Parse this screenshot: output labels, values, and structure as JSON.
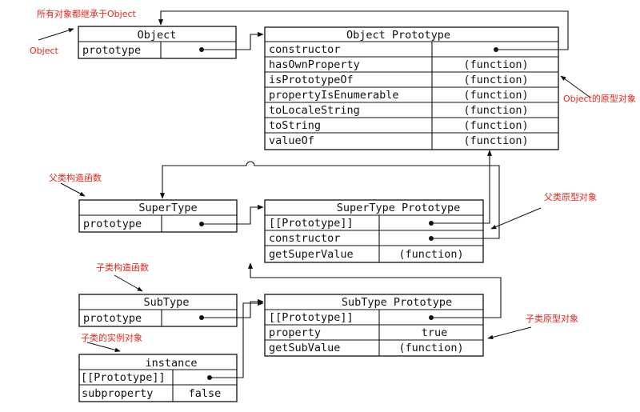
{
  "annotations": {
    "all_inherit": "所有对象都继承于Object",
    "object": "Object",
    "object_proto": "Object的原型对象",
    "super_ctor": "父类构造函数",
    "super_proto": "父类原型对象",
    "sub_ctor": "子类构造函数",
    "sub_proto": "子类原型对象",
    "instance": "子类的实例对象"
  },
  "object_box": {
    "title": "Object",
    "rows": [
      {
        "key": "prototype",
        "value": ""
      }
    ]
  },
  "object_prototype": {
    "title": "Object Prototype",
    "rows": [
      {
        "key": "constructor",
        "value": ""
      },
      {
        "key": "hasOwnProperty",
        "value": "(function)"
      },
      {
        "key": "isPrototypeOf",
        "value": "(function)"
      },
      {
        "key": "propertyIsEnumerable",
        "value": "(function)"
      },
      {
        "key": "toLocaleString",
        "value": "(function)"
      },
      {
        "key": "toString",
        "value": "(function)"
      },
      {
        "key": "valueOf",
        "value": "(function)"
      }
    ]
  },
  "supertype_box": {
    "title": "SuperType",
    "rows": [
      {
        "key": "prototype",
        "value": ""
      }
    ]
  },
  "supertype_prototype": {
    "title": "SuperType Prototype",
    "rows": [
      {
        "key": "[[Prototype]]",
        "value": ""
      },
      {
        "key": "constructor",
        "value": ""
      },
      {
        "key": "getSuperValue",
        "value": "(function)"
      }
    ]
  },
  "subtype_box": {
    "title": "SubType",
    "rows": [
      {
        "key": "prototype",
        "value": ""
      }
    ]
  },
  "subtype_prototype": {
    "title": "SubType Prototype",
    "rows": [
      {
        "key": "[[Prototype]]",
        "value": ""
      },
      {
        "key": "property",
        "value": "true"
      },
      {
        "key": "getSubValue",
        "value": "(function)"
      }
    ]
  },
  "instance_box": {
    "title": "instance",
    "rows": [
      {
        "key": "[[Prototype]]",
        "value": ""
      },
      {
        "key": "subproperty",
        "value": "false"
      }
    ]
  }
}
